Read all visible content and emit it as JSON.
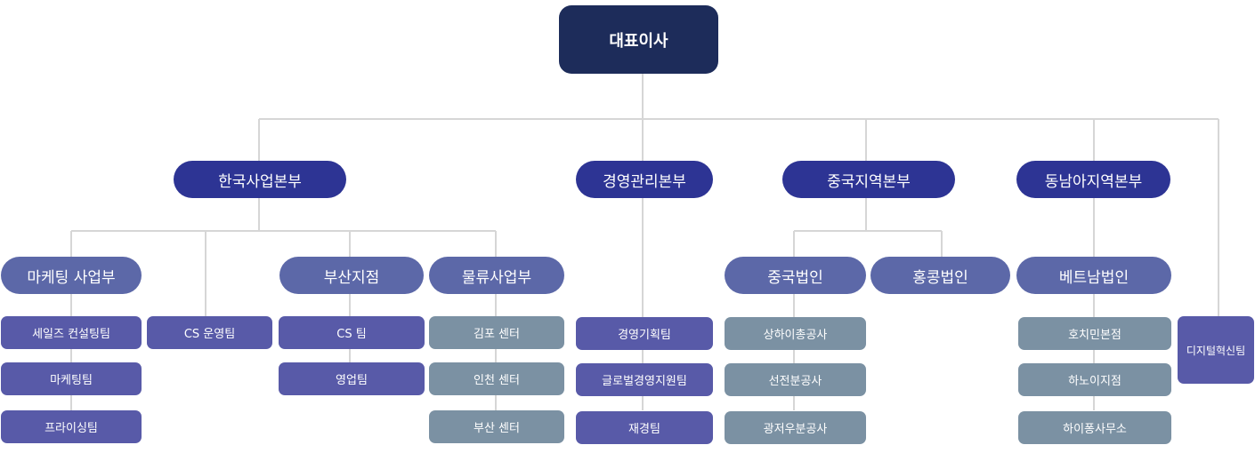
{
  "ceo": {
    "label": "대표이사"
  },
  "divisions": {
    "korea": "한국사업본부",
    "management": "경영관리본부",
    "china": "중국지역본부",
    "sea": "동남아지역본부"
  },
  "departments": {
    "marketing": "마케팅 사업부",
    "busan": "부산지점",
    "logistics": "물류사업부",
    "china_corp": "중국법인",
    "hongkong_corp": "홍콩법인",
    "vietnam_corp": "베트남법인"
  },
  "teams": {
    "sales_consulting": "세일즈 컨설팅팀",
    "marketing_team": "마케팅팀",
    "pricing": "프라이싱팀",
    "cs_operation": "CS 운영팀",
    "cs_team": "CS 팀",
    "sales_team": "영업팀",
    "management_planning": "경영기획팀",
    "global_management_support": "글로벌경영지원팀",
    "finance": "재경팀",
    "digital_innovation": "디지털혁신팀"
  },
  "centers": {
    "gimpo": "김포 센터",
    "incheon": "인천 센터",
    "busan_center": "부산 센터",
    "shanghai": "상하이총공사",
    "shenzhen": "선전분공사",
    "guangzhou": "광저우분공사",
    "hochiminh": "호치민본점",
    "hanoi": "하노이지점",
    "haiphong": "하이퐁사무소"
  },
  "colors": {
    "ceo": "#1d2c5a",
    "division": "#2d3494",
    "department": "#5c68a8",
    "team": "#585aa8",
    "center": "#7b91a3",
    "connector": "#d6d6d6"
  }
}
